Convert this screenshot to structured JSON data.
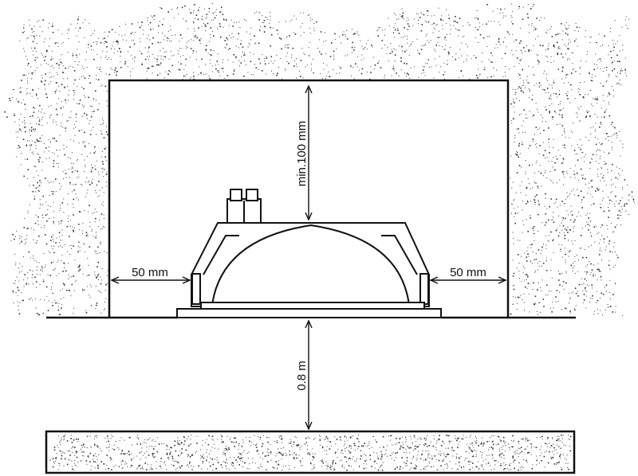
{
  "dimensions": {
    "left_clearance": "50 mm",
    "right_clearance": "50 mm",
    "top_clearance": "min.100 mm",
    "floor_distance": "0.8 m"
  },
  "colors": {
    "line": "#111111",
    "speckle": "#333333",
    "background": "#ffffff"
  }
}
